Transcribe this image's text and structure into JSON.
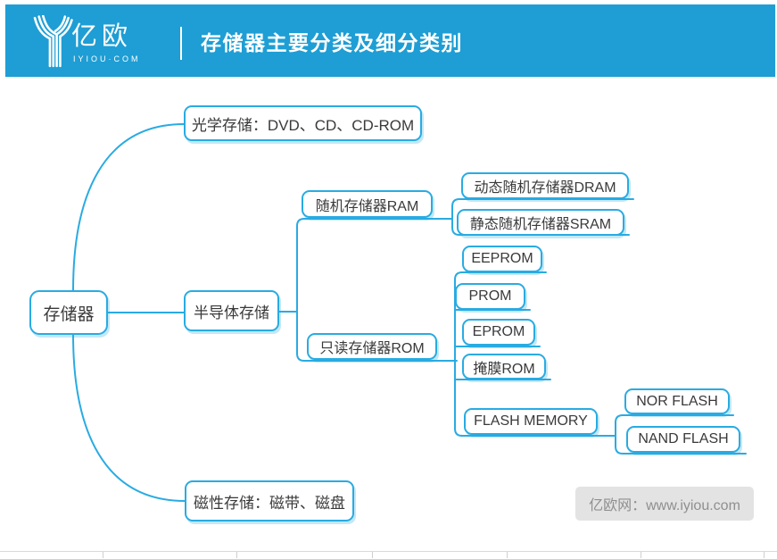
{
  "header": {
    "logo_text": "亿欧",
    "logo_subtext": "IYIOU·COM",
    "logo_icon": "y-stripes-icon",
    "title": "存储器主要分类及细分类别"
  },
  "colors": {
    "header_bg": "#1E9ED4",
    "node_border": "#29ABE2",
    "connector": "#29ABE2",
    "node_text": "#3A3A3A",
    "watermark_bg": "#E3E3E3",
    "watermark_text": "#8F8F8F"
  },
  "nodes": {
    "root": {
      "label": "存储器"
    },
    "optical": {
      "label": "光学存储：DVD、CD、CD-ROM"
    },
    "semi": {
      "label": "半导体存储"
    },
    "magnetic": {
      "label": "磁性存储：磁带、磁盘"
    },
    "ram": {
      "label": "随机存储器RAM"
    },
    "dram": {
      "label": "动态随机存储器DRAM"
    },
    "sram": {
      "label": "静态随机存储器SRAM"
    },
    "rom": {
      "label": "只读存储器ROM"
    },
    "eeprom": {
      "label": "EEPROM"
    },
    "prom": {
      "label": "PROM"
    },
    "eprom": {
      "label": "EPROM"
    },
    "mask_rom": {
      "label": "掩膜ROM"
    },
    "flash": {
      "label": "FLASH MEMORY"
    },
    "nor": {
      "label": "NOR FLASH"
    },
    "nand": {
      "label": "NAND FLASH"
    }
  },
  "tree": {
    "label": "存储器",
    "children": [
      {
        "label": "光学存储：DVD、CD、CD-ROM"
      },
      {
        "label": "半导体存储",
        "children": [
          {
            "label": "随机存储器RAM",
            "children": [
              {
                "label": "动态随机存储器DRAM"
              },
              {
                "label": "静态随机存储器SRAM"
              }
            ]
          },
          {
            "label": "只读存储器ROM",
            "children": [
              {
                "label": "EEPROM"
              },
              {
                "label": "PROM"
              },
              {
                "label": "EPROM"
              },
              {
                "label": "掩膜ROM"
              },
              {
                "label": "FLASH MEMORY",
                "children": [
                  {
                    "label": "NOR FLASH"
                  },
                  {
                    "label": "NAND FLASH"
                  }
                ]
              }
            ]
          }
        ]
      },
      {
        "label": "磁性存储：磁带、磁盘"
      }
    ]
  },
  "watermark": {
    "text": "亿欧网：www.iyiou.com"
  }
}
